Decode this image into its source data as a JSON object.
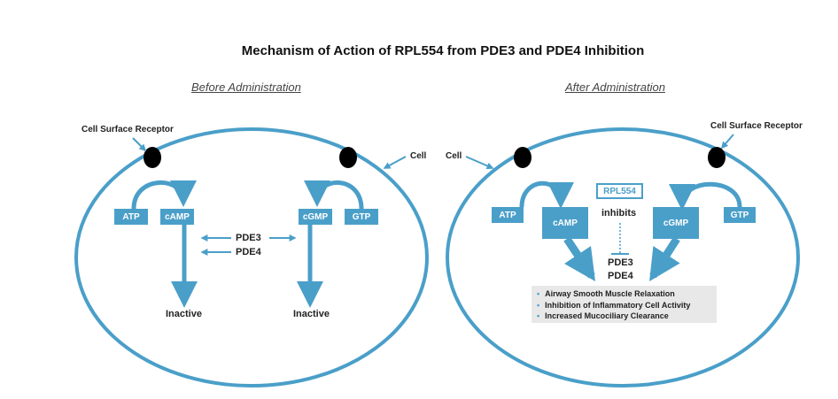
{
  "title": "Mechanism of Action of RPL554 from PDE3 and PDE4 Inhibition",
  "before": {
    "heading": "Before Administration",
    "receptor_label": "Cell Surface Receptor",
    "cell_label": "Cell",
    "atp": "ATP",
    "camp": "cAMP",
    "cgmp": "cGMP",
    "gtp": "GTP",
    "pde3": "PDE3",
    "pde4": "PDE4",
    "inactive_left": "Inactive",
    "inactive_right": "Inactive"
  },
  "after": {
    "heading": "After Administration",
    "receptor_label": "Cell Surface Receptor",
    "cell_label": "Cell",
    "atp": "ATP",
    "camp": "cAMP",
    "cgmp": "cGMP",
    "gtp": "GTP",
    "drug": "RPL554",
    "inhibits": "inhibits",
    "pde3": "PDE3",
    "pde4": "PDE4",
    "effects": [
      "Airway Smooth Muscle Relaxation",
      "Inhibition of Inflammatory Cell Activity",
      "Increased Mucociliary Clearance"
    ]
  },
  "colors": {
    "accent": "#4a9fc9",
    "receptor": "#000000",
    "text": "#222222"
  }
}
